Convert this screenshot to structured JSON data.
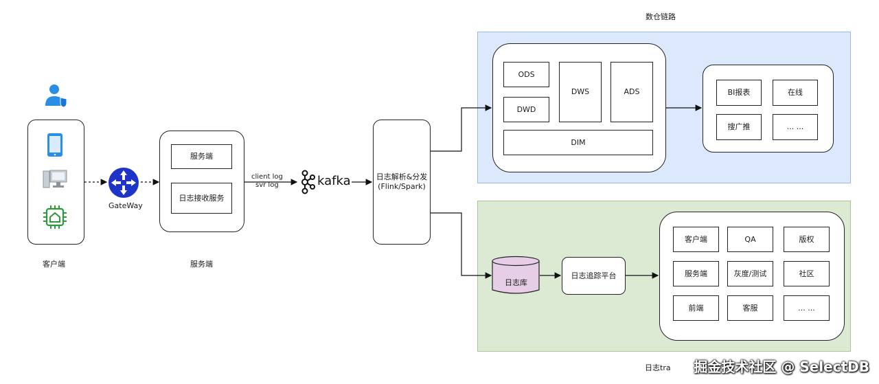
{
  "titles": {
    "warehouse_chain": "数仓链路",
    "client": "客户端",
    "server": "服务端",
    "trace_chain_partial": "日志tra"
  },
  "gateway": {
    "label": "GateWay"
  },
  "server_box": {
    "service": "服务端",
    "log_receiver": "日志接收服务"
  },
  "log_labels": {
    "client_log": "client log",
    "svr_log": "svr log"
  },
  "kafka": {
    "label": "kafka"
  },
  "parser": {
    "line1": "日志解析&分发",
    "line2": "(Flink/Spark)"
  },
  "warehouse": {
    "ods": "ODS",
    "dwd": "DWD",
    "dws": "DWS",
    "ads": "ADS",
    "dim": "DIM",
    "apps": [
      "BI报表",
      "在线",
      "搜广推",
      "... ..."
    ]
  },
  "trace": {
    "log_db": "日志库",
    "platform": "日志追踪平台",
    "consumers": [
      "客户端",
      "QA",
      "版权",
      "服务端",
      "灰度/测试",
      "社区",
      "前端",
      "客服",
      "... ..."
    ]
  },
  "watermark": "掘金技术社区 @ SelectDB",
  "colors": {
    "region_blue": "#dce8fb",
    "region_green": "#dcead3",
    "log_db_fill": "#e6cfe6",
    "icon_blue": "#2a8de6",
    "icon_green": "#2d9a3a",
    "gateway_blue": "#1f33c8"
  }
}
